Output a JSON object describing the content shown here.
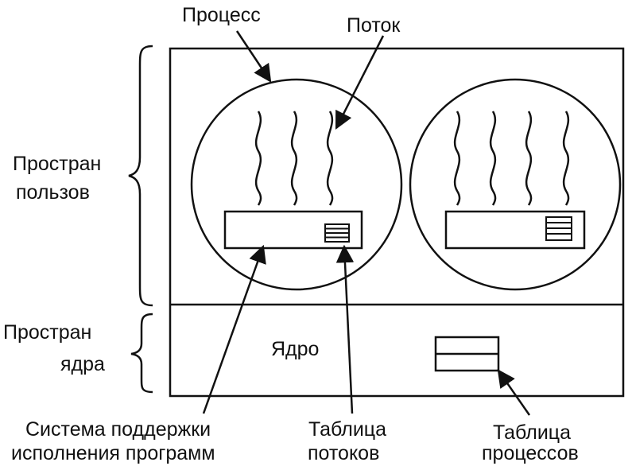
{
  "labels": {
    "process": "Процесс",
    "thread": "Поток",
    "user_space_line1": "Простран",
    "user_space_line2": "пользов",
    "kernel_space_line1": "Простран",
    "kernel_space_line2": "ядра",
    "kernel": "Ядро",
    "runtime_line1": "Система поддержки",
    "runtime_line2": "исполнения программ",
    "thread_table_line1": "Таблица",
    "thread_table_line2": "потоков",
    "process_table_line1": "Таблица",
    "process_table_line2": "процессов"
  }
}
